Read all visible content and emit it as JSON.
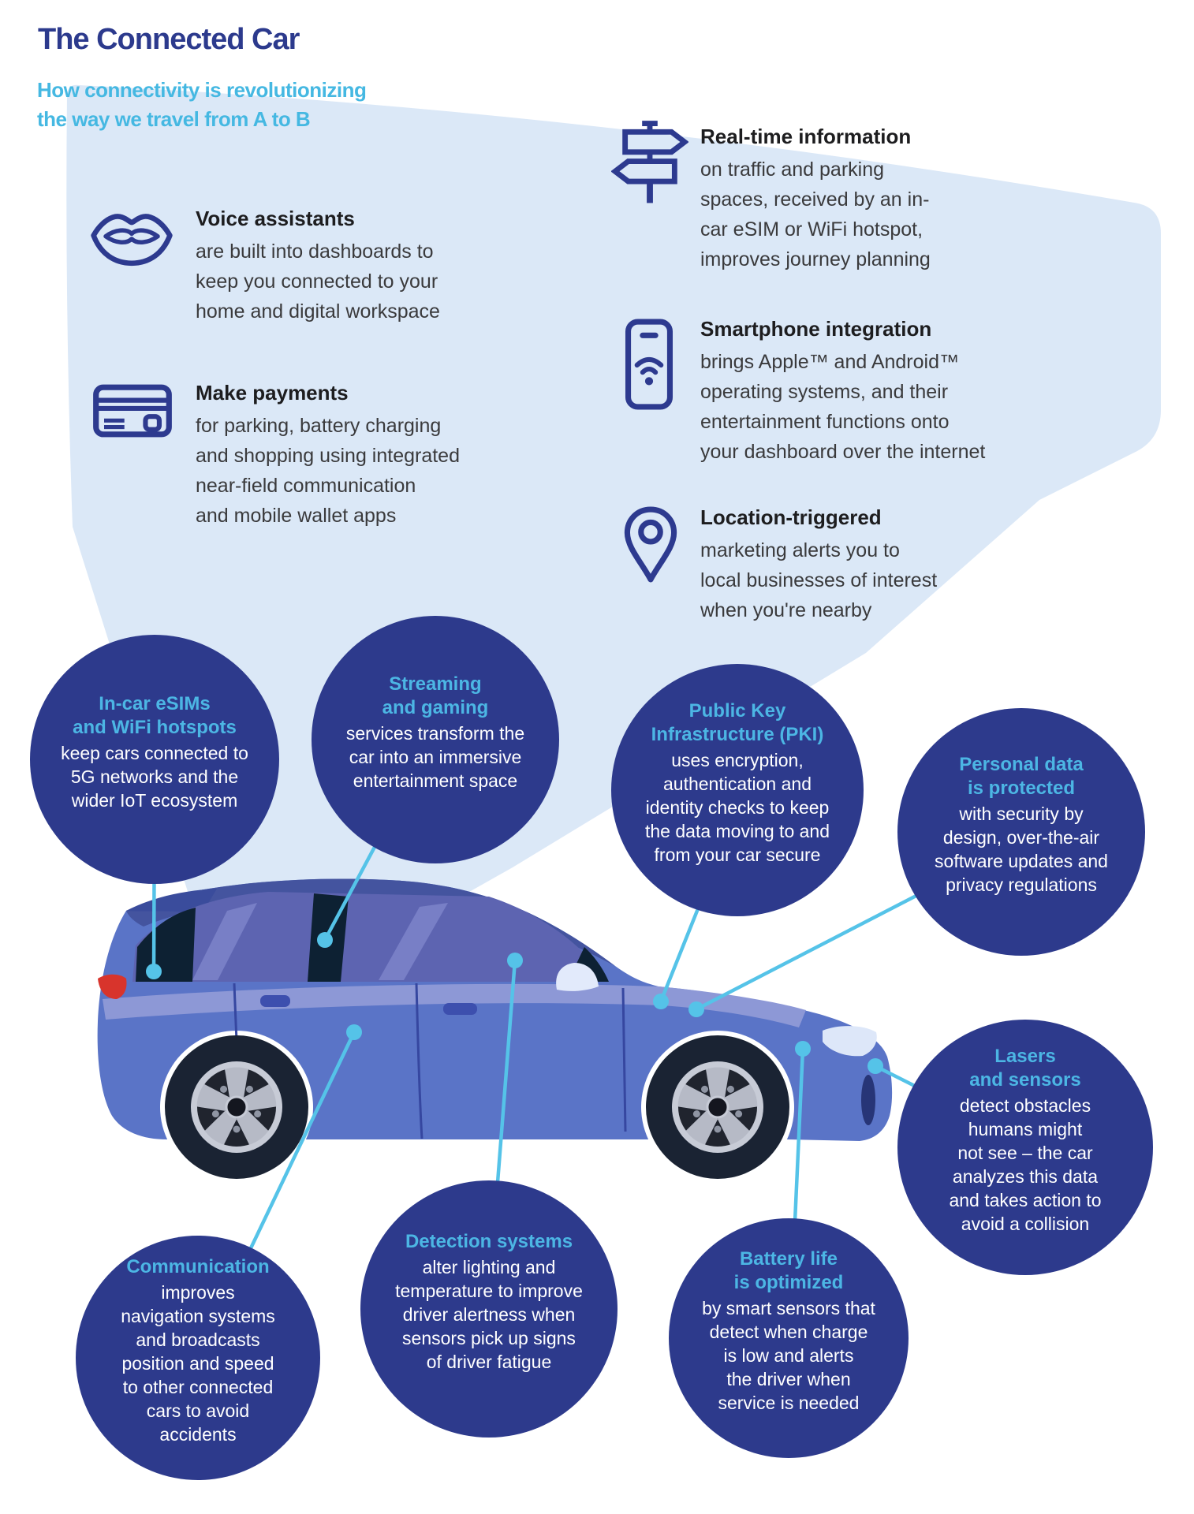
{
  "page": {
    "title": "The Connected Car",
    "subtitle": "How connectivity is revolutionizing\nthe way we travel from A to B"
  },
  "colors": {
    "navy": "#2c3a8d",
    "bubble_navy": "#2d3a8c",
    "cyan": "#45b8e2",
    "bubble_heading_cyan": "#4cb6e4",
    "pale_background": "#dbe8f7",
    "connector_cyan": "#55c3e8",
    "car_body_blue": "#5a74c7",
    "taillight_red": "#d8342c",
    "text_dark": "#1d1d1f",
    "text_body": "#3a3a3c"
  },
  "features_left": [
    {
      "icon": "lips-icon",
      "heading": "Voice assistants",
      "body": "are built into dashboards to\nkeep you connected to your\nhome and digital workspace"
    },
    {
      "icon": "credit-card-icon",
      "heading": "Make payments",
      "body": "for parking, battery charging\nand shopping using integrated\nnear-field communication\nand mobile wallet apps"
    }
  ],
  "features_right": [
    {
      "icon": "signpost-icon",
      "heading": "Real-time information",
      "body": "on traffic and parking\nspaces, received by an in-\ncar eSIM or WiFi hotspot,\nimproves journey planning"
    },
    {
      "icon": "smartphone-wifi-icon",
      "heading": "Smartphone integration",
      "body": "brings Apple™ and Android™\noperating systems, and their\nentertainment functions onto\nyour dashboard over the internet"
    },
    {
      "icon": "location-pin-icon",
      "heading": "Location-triggered",
      "body": "marketing alerts you to\nlocal businesses of interest\nwhen you're nearby"
    }
  ],
  "bubbles": [
    {
      "heading": "In-car eSIMs\nand WiFi hotspots",
      "body": "keep cars connected to\n5G networks and the\nwider IoT ecosystem"
    },
    {
      "heading": "Streaming\nand gaming",
      "body": "services transform the\ncar into an immersive\nentertainment space"
    },
    {
      "heading": "Public Key\nInfrastructure (PKI)",
      "body": "uses encryption,\nauthentication and\nidentity checks to keep\nthe data moving to and\nfrom your car secure"
    },
    {
      "heading": "Personal data\nis protected",
      "body": "with security by\ndesign, over-the-air\nsoftware updates and\nprivacy regulations"
    },
    {
      "heading": "Lasers\nand sensors",
      "body": "detect obstacles\nhumans might\nnot see – the car\nanalyzes this data\nand takes action to\navoid a collision"
    },
    {
      "heading": "Detection systems",
      "body": "alter lighting and\ntemperature to improve\ndriver alertness when\nsensors pick up signs\nof driver fatigue"
    },
    {
      "heading": "Battery life\nis optimized",
      "body": "by smart sensors that\ndetect when charge\nis low and alerts\nthe driver when\nservice is needed"
    },
    {
      "heading": "Communication",
      "body": "improves\nnavigation systems\nand broadcasts\nposition and speed\nto other connected\ncars to avoid\naccidents"
    }
  ]
}
